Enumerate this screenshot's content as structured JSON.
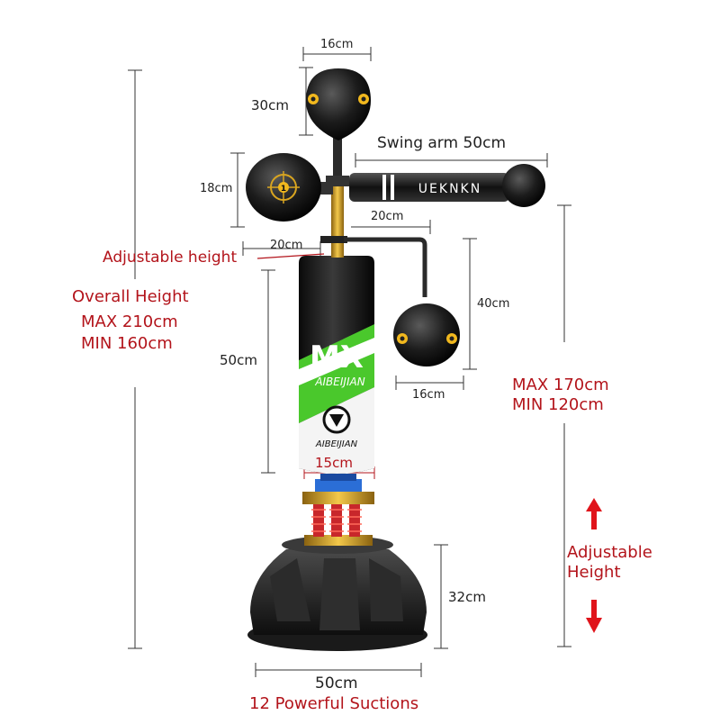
{
  "colors": {
    "red": "#b3141b",
    "dark": "#222222",
    "green": "#4ac82c",
    "gold": "#d9a520",
    "spring": "#c8272b",
    "blue": "#2b6ed6"
  },
  "icons": [
    "target-icon",
    "arrow-up-icon",
    "arrow-down-icon",
    "logo-emblem"
  ],
  "labels": {
    "top_ball_width": "16cm",
    "top_ball_height": "30cm",
    "swing_arm": "Swing arm  50cm",
    "left_pad_height": "18cm",
    "arm_20cm_upper": "20cm",
    "arm_20cm_lower": "20cm",
    "adjustable_height_mid": "Adjustable height",
    "overall_height_title": "Overall Height",
    "overall_max": "MAX 210cm",
    "overall_min": "MIN 160cm",
    "hang_ball_drop": "40cm",
    "bag_height": "50cm",
    "hang_ball_width": "16cm",
    "right_max": "MAX 170cm",
    "right_min": "MIN 120cm",
    "column_diameter": "15cm",
    "adjustable_height_right_1": "Adjustable",
    "adjustable_height_right_2": "Height",
    "base_height": "32cm",
    "base_width": "50cm",
    "suctions": "12 Powerful Suctions"
  },
  "product": {
    "arm_brand": "UEKNKN",
    "bag_text_big": "MX",
    "bag_text_brand": "AIBEIJIAN",
    "bag_text_logo": "AIBEIJIAN",
    "target_number": "1"
  }
}
